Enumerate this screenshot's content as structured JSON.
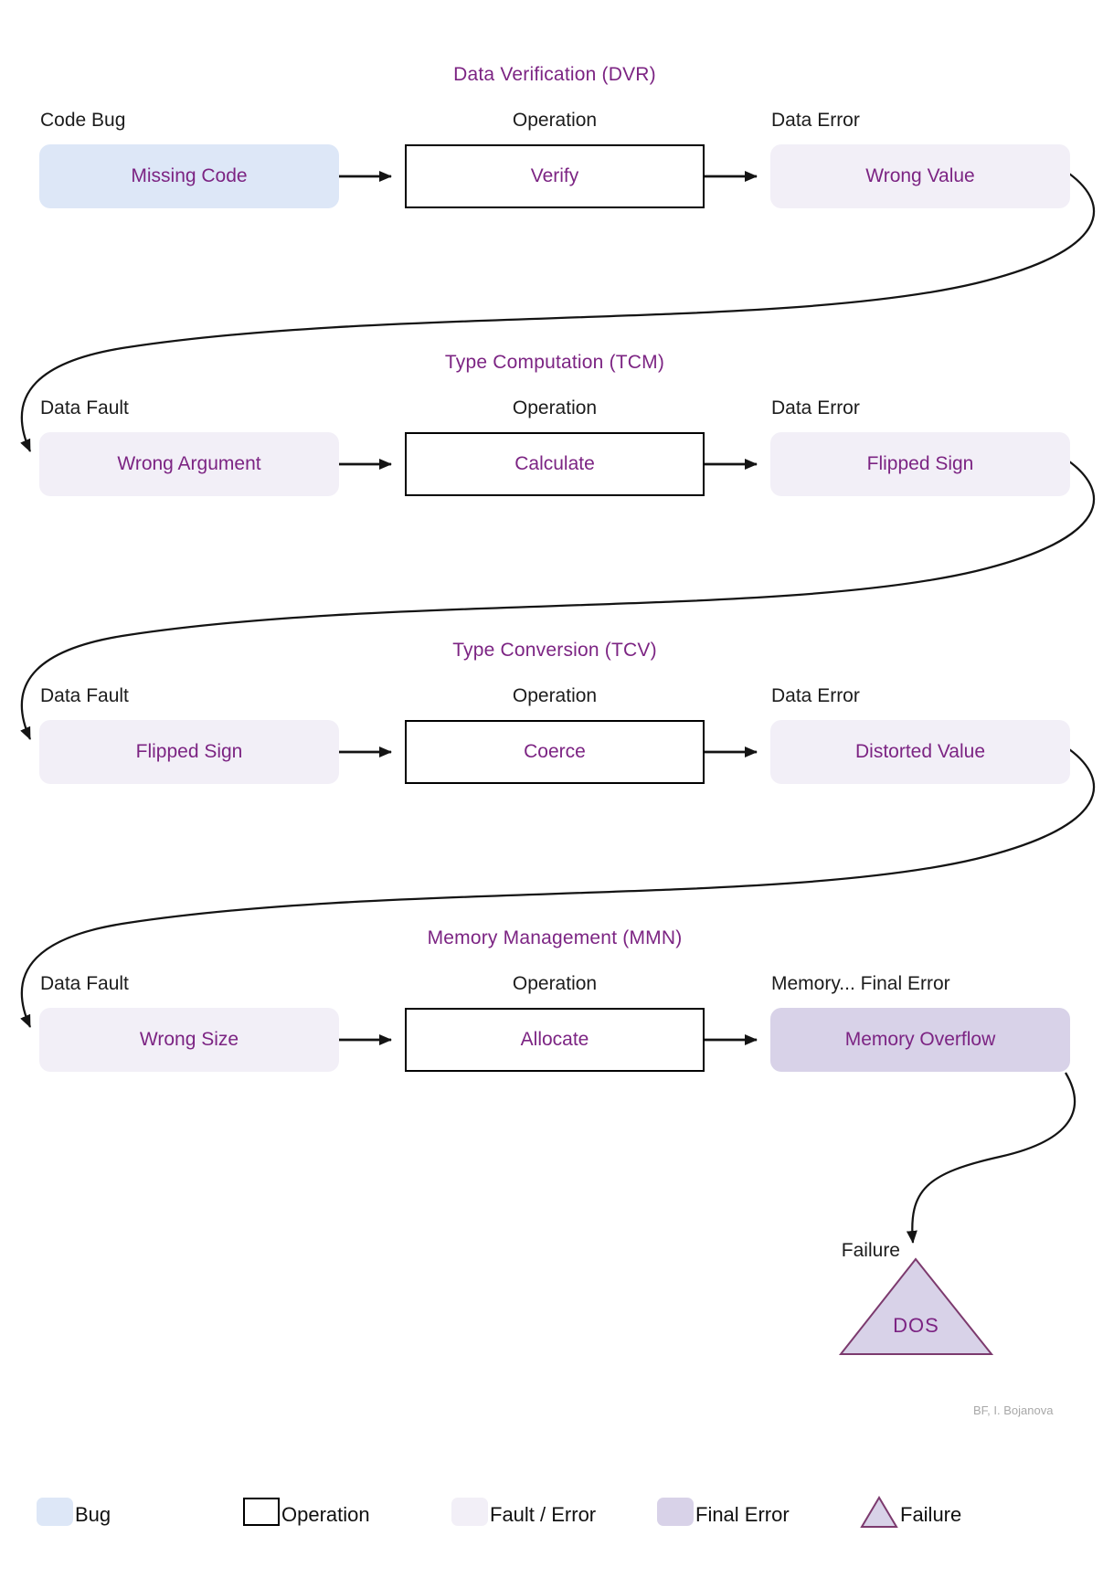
{
  "diagram": {
    "sections": [
      {
        "title": "Data Verification (DVR)",
        "left_label": "Code Bug",
        "mid_label": "Operation",
        "right_label": "Data Error",
        "left_box": "Missing Code",
        "mid_box": "Verify",
        "right_box": "Wrong Value"
      },
      {
        "title": "Type Computation (TCM)",
        "left_label": "Data Fault",
        "mid_label": "Operation",
        "right_label": "Data Error",
        "left_box": "Wrong Argument",
        "mid_box": "Calculate",
        "right_box": "Flipped Sign"
      },
      {
        "title": "Type Conversion (TCV)",
        "left_label": "Data Fault",
        "mid_label": "Operation",
        "right_label": "Data Error",
        "left_box": "Flipped Sign",
        "mid_box": "Coerce",
        "right_box": "Distorted Value"
      },
      {
        "title": "Memory Management (MMN)",
        "left_label": "Data Fault",
        "mid_label": "Operation",
        "right_label": "Memory... Final Error",
        "left_box": "Wrong Size",
        "mid_box": "Allocate",
        "right_box": "Memory Overflow"
      }
    ],
    "failure": {
      "label": "Failure",
      "shape_text": "DOS"
    },
    "attribution": "BF, I. Bojanova"
  },
  "legend": {
    "bug_label": "Bug",
    "operation_label": "Operation",
    "fault_label": "Fault / Error",
    "final_label": "Final Error",
    "failure_label": "Failure"
  },
  "colors": {
    "bug_fill": "#dde7f7",
    "fault_fill": "#f2eff7",
    "final_fill": "#d8d2e8",
    "purple_text": "#7c2483",
    "triangle_stroke": "#7c3a6e",
    "connector": "#141414",
    "attribution_gray": "#a8a8a8"
  }
}
